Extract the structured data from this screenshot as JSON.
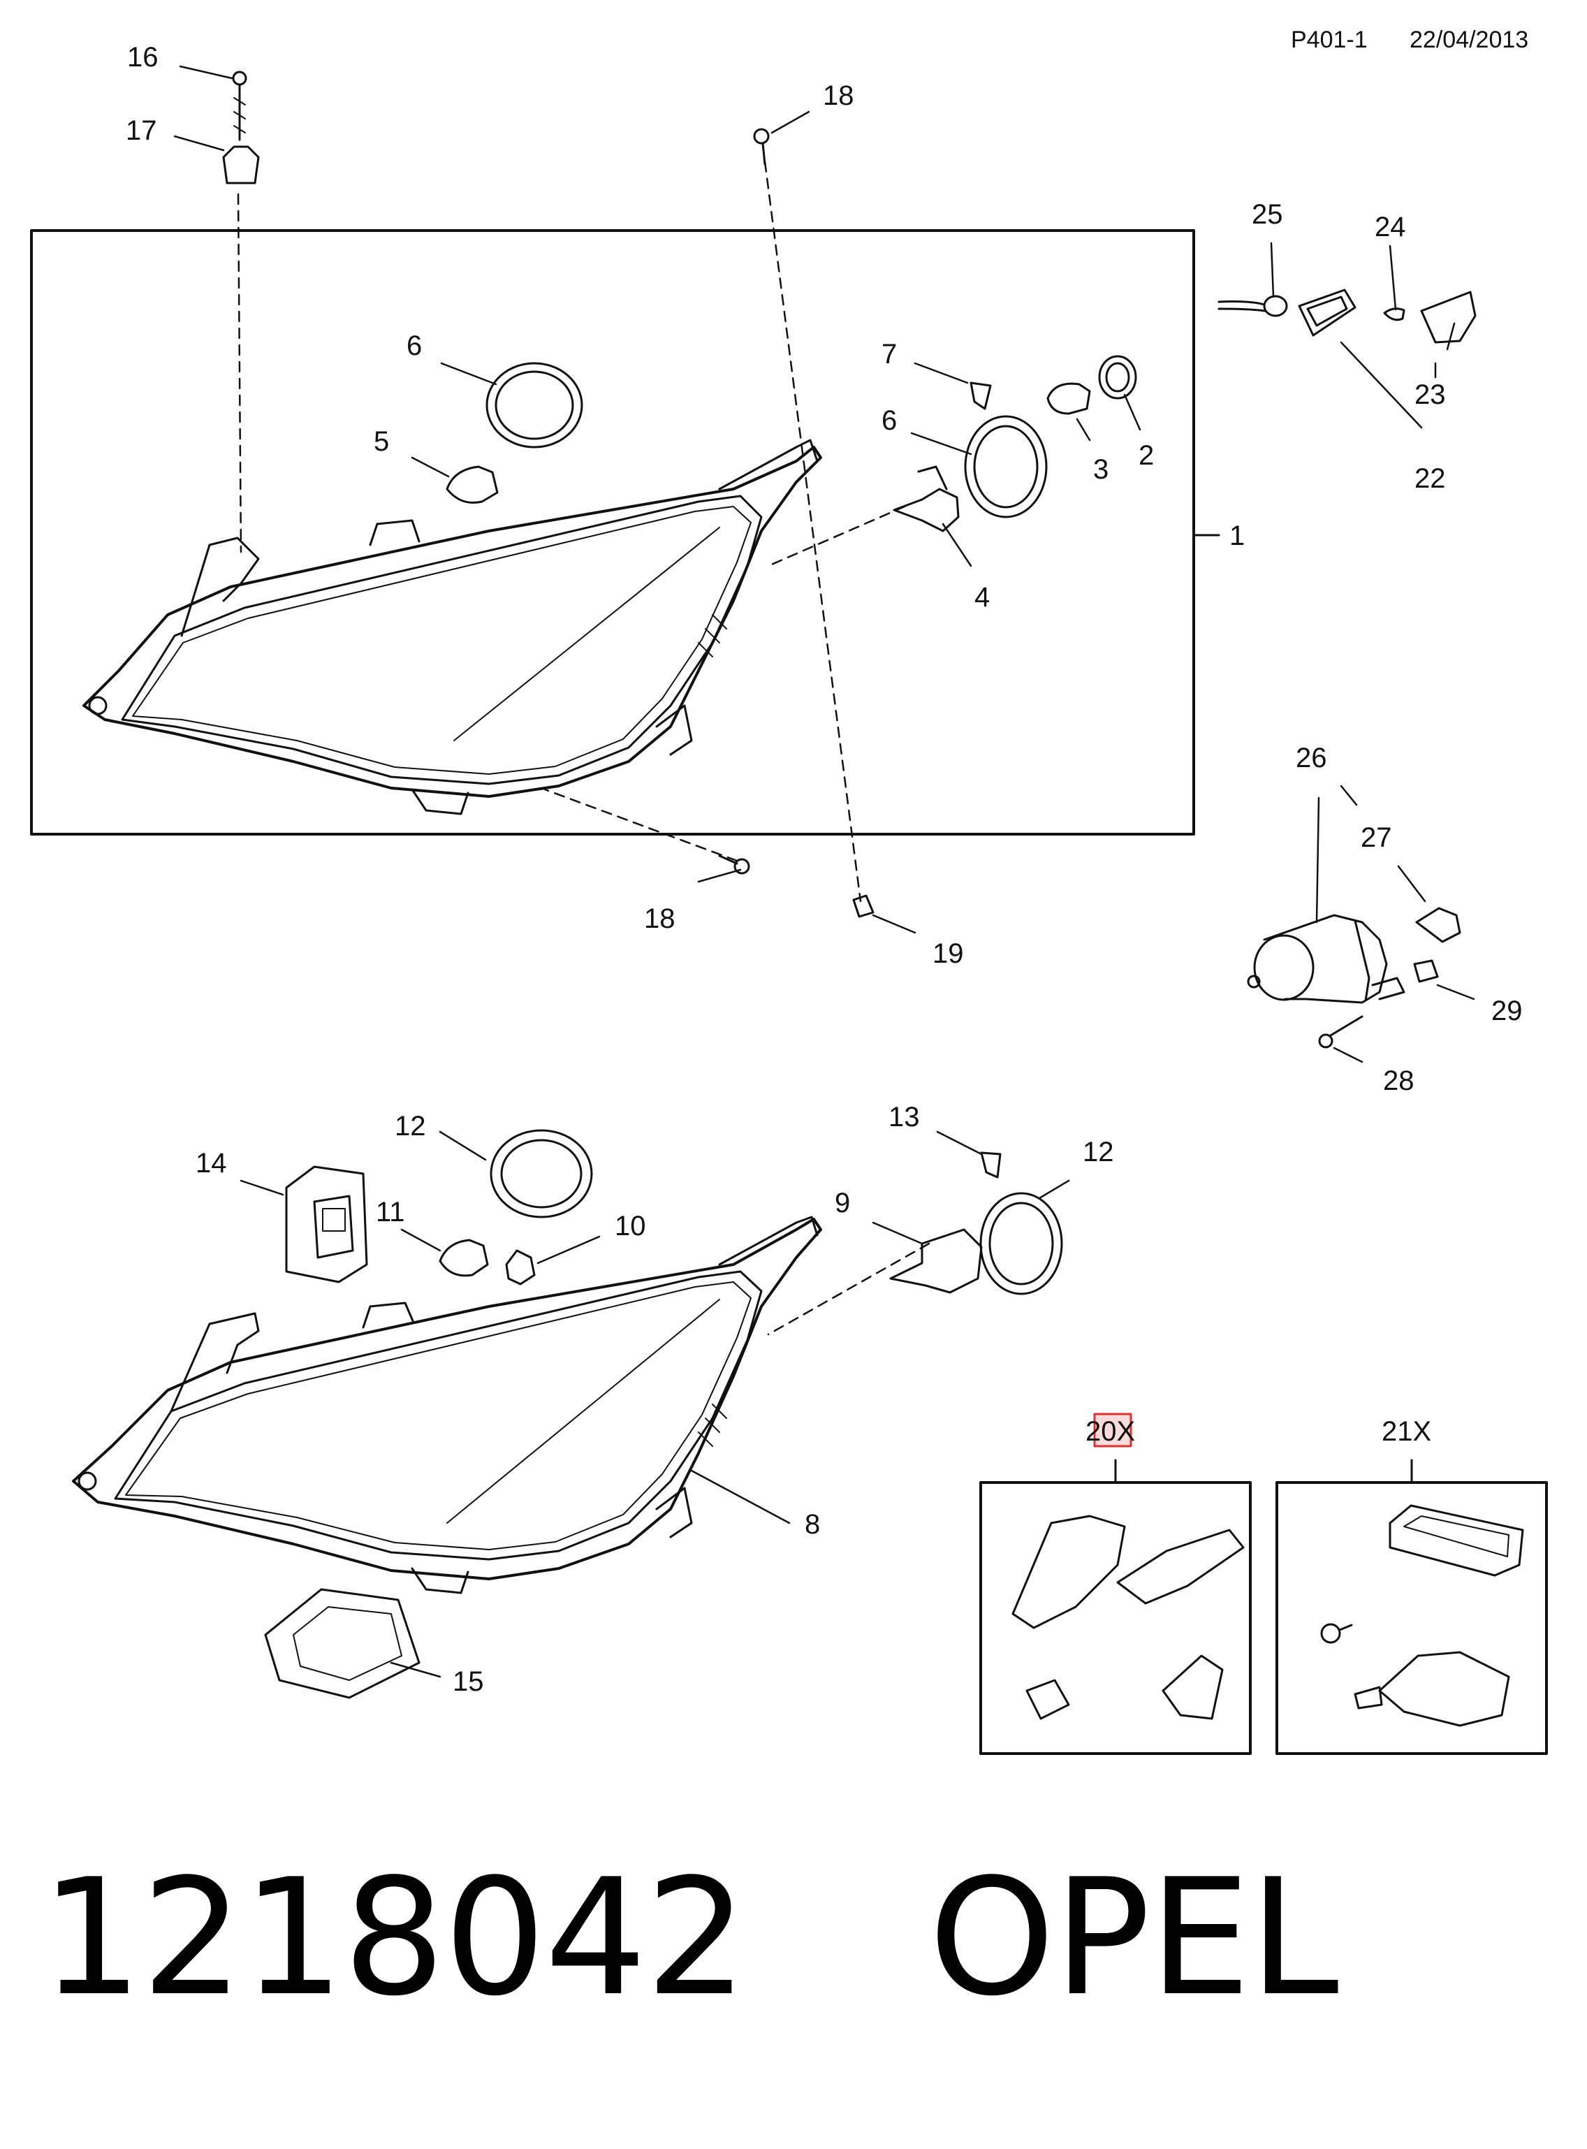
{
  "header": {
    "page_code": "P401-1",
    "date": "22/04/2013"
  },
  "callouts": {
    "c1": "1",
    "c2": "2",
    "c3": "3",
    "c4": "4",
    "c5": "5",
    "c6a": "6",
    "c6b": "6",
    "c7": "7",
    "c8": "8",
    "c9": "9",
    "c10": "10",
    "c11": "11",
    "c12a": "12",
    "c12b": "12",
    "c13": "13",
    "c14": "14",
    "c15": "15",
    "c16": "16",
    "c17": "17",
    "c18a": "18",
    "c18b": "18",
    "c19": "19",
    "c20x": "20X",
    "c21x": "21X",
    "c22": "22",
    "c23": "23",
    "c24": "24",
    "c25": "25",
    "c26": "26",
    "c27": "27",
    "c28": "28",
    "c29": "29"
  },
  "highlight_color": "#e03030",
  "footer": {
    "part_number": "1218042",
    "brand": "OPEL"
  }
}
